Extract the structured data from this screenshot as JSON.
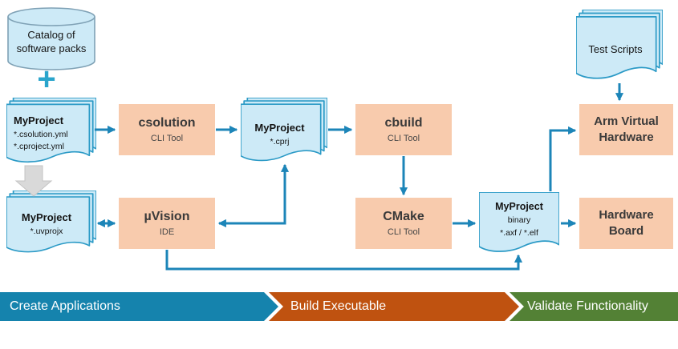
{
  "diagram": {
    "catalog": {
      "line1": "Catalog of",
      "line2": "software packs"
    },
    "plus": "+",
    "csolutionFiles": {
      "title": "MyProject",
      "sub1": "*.csolution.yml",
      "sub2": "*.cproject.yml"
    },
    "csolutionTool": {
      "title": "csolution",
      "subtitle": "CLI Tool"
    },
    "cprjFiles": {
      "title": "MyProject",
      "sub1": "*.cprj"
    },
    "cbuildTool": {
      "title": "cbuild",
      "subtitle": "CLI Tool"
    },
    "cmakeTool": {
      "title": "CMake",
      "subtitle": "CLI Tool"
    },
    "binaryFile": {
      "title": "MyProject",
      "sub1": "binary",
      "sub2": "*.axf / *.elf"
    },
    "testScripts": {
      "title": "Test Scripts"
    },
    "armVirtualHardware": {
      "line1": "Arm Virtual",
      "line2": "Hardware"
    },
    "hardwareBoard": {
      "line1": "Hardware",
      "line2": "Board"
    },
    "uvprojxFiles": {
      "title": "MyProject",
      "sub1": "*.uvprojx"
    },
    "uvisionTool": {
      "title": "µVision",
      "subtitle": "IDE"
    }
  },
  "phases": [
    {
      "label": "Create Applications",
      "color": "#1583AD"
    },
    {
      "label": "Build Executable",
      "color": "#BF5210"
    },
    {
      "label": "Validate Functionality",
      "color": "#538135"
    }
  ],
  "colors": {
    "document_fill": "#CDEAF7",
    "document_stroke": "#2B9AC6",
    "tool_fill": "#F8CBAD",
    "arrow": "#1C85B8",
    "import_arrow": "#D9D9D9"
  }
}
